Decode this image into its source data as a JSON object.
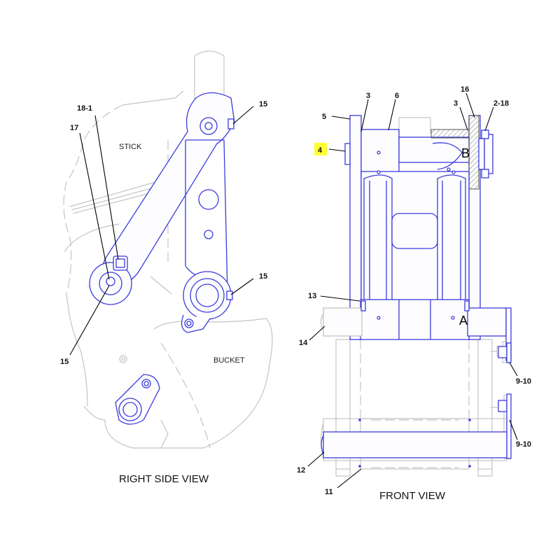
{
  "views": {
    "right_side": {
      "title": "RIGHT SIDE VIEW",
      "zone_labels": {
        "stick": "STICK",
        "bucket": "BUCKET"
      },
      "callouts": [
        "18-1",
        "17",
        "15",
        "15",
        "15"
      ]
    },
    "front": {
      "title": "FRONT VIEW",
      "callouts": [
        "5",
        "4",
        "3",
        "6",
        "16",
        "3",
        "2-18",
        "13",
        "14",
        "9-10",
        "9-10",
        "12",
        "11"
      ],
      "section_letters": [
        "B",
        "A"
      ],
      "highlighted_callout": "4"
    }
  },
  "colors": {
    "part_outline": "#3b3bdc",
    "ghost_outline": "#c4c4c4",
    "highlight": "#ffff33",
    "leader": "#000000"
  }
}
